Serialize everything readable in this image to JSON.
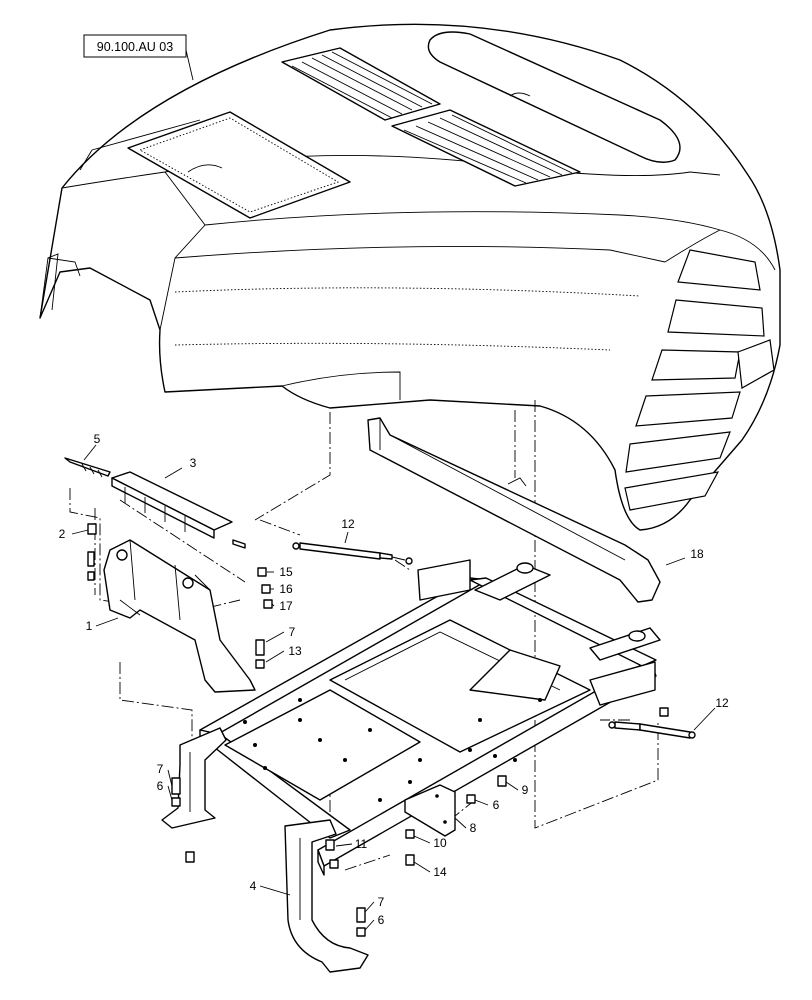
{
  "diagram": {
    "reference_box": {
      "text": "90.100.AU 03"
    },
    "callouts": [
      {
        "id": "c5",
        "text": "5"
      },
      {
        "id": "c3",
        "text": "3"
      },
      {
        "id": "c2",
        "text": "2"
      },
      {
        "id": "c12a",
        "text": "12"
      },
      {
        "id": "c15",
        "text": "15"
      },
      {
        "id": "c16",
        "text": "16"
      },
      {
        "id": "c17",
        "text": "17"
      },
      {
        "id": "c1",
        "text": "1"
      },
      {
        "id": "c7a",
        "text": "7"
      },
      {
        "id": "c13",
        "text": "13"
      },
      {
        "id": "c18",
        "text": "18"
      },
      {
        "id": "c12b",
        "text": "12"
      },
      {
        "id": "c7b",
        "text": "7"
      },
      {
        "id": "c6a",
        "text": "6"
      },
      {
        "id": "c9",
        "text": "9"
      },
      {
        "id": "c6b",
        "text": "6"
      },
      {
        "id": "c8",
        "text": "8"
      },
      {
        "id": "c11",
        "text": "11"
      },
      {
        "id": "c10",
        "text": "10"
      },
      {
        "id": "c14",
        "text": "14"
      },
      {
        "id": "c4",
        "text": "4"
      },
      {
        "id": "c7c",
        "text": "7"
      },
      {
        "id": "c6c",
        "text": "6"
      }
    ]
  }
}
